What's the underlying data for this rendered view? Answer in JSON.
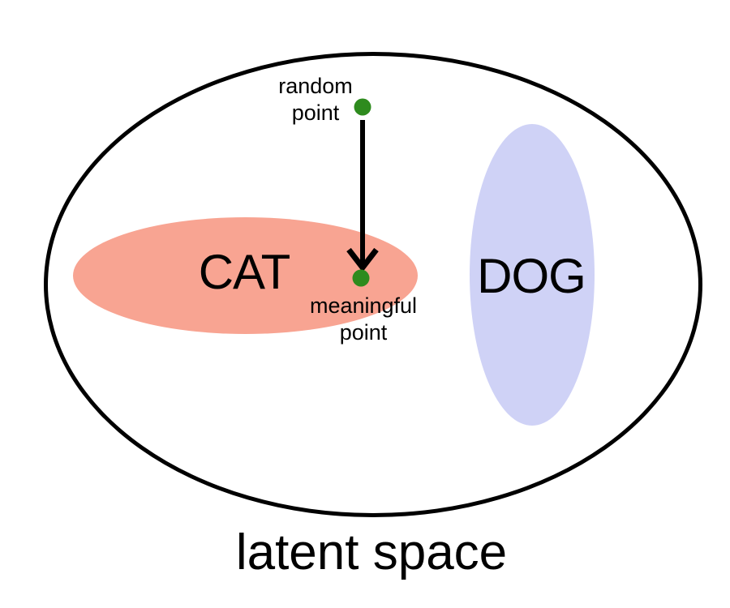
{
  "latent_space": {
    "label": "latent space",
    "outline_color": "#000000"
  },
  "clusters": [
    {
      "id": "cat",
      "label": "CAT",
      "fill": "#F8A492"
    },
    {
      "id": "dog",
      "label": "DOG",
      "fill": "#CFD2F6"
    }
  ],
  "points": [
    {
      "id": "random",
      "label_line1": "random",
      "label_line2": "point",
      "color": "#2E8B1E"
    },
    {
      "id": "meaningful",
      "label_line1": "meaningful",
      "label_line2": "point",
      "color": "#2E8B1E"
    }
  ],
  "arrow": {
    "color": "#000000",
    "from": "random point",
    "to": "meaningful point"
  }
}
